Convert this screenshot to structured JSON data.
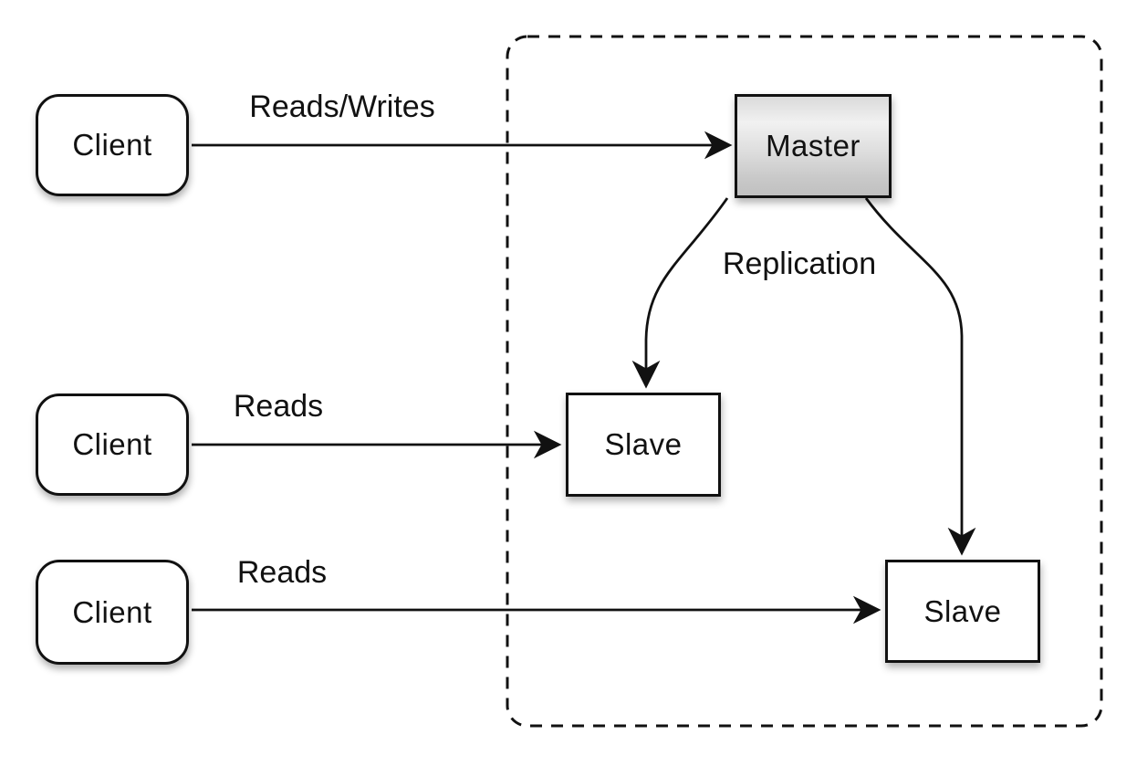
{
  "diagram": {
    "background_color": "#ffffff",
    "stroke_color": "#111111",
    "master_fill_top": "#f1f1f1",
    "master_fill_bottom": "#c0c0c0",
    "nodes": {
      "clients": [
        {
          "label": "Client"
        },
        {
          "label": "Client"
        },
        {
          "label": "Client"
        }
      ],
      "master": {
        "label": "Master"
      },
      "slaves": [
        {
          "label": "Slave"
        },
        {
          "label": "Slave"
        }
      ]
    },
    "edge_labels": {
      "client1_to_master": "Reads/Writes",
      "client2_to_slave1": "Reads",
      "client3_to_slave2": "Reads",
      "master_to_slaves": "Replication"
    }
  }
}
